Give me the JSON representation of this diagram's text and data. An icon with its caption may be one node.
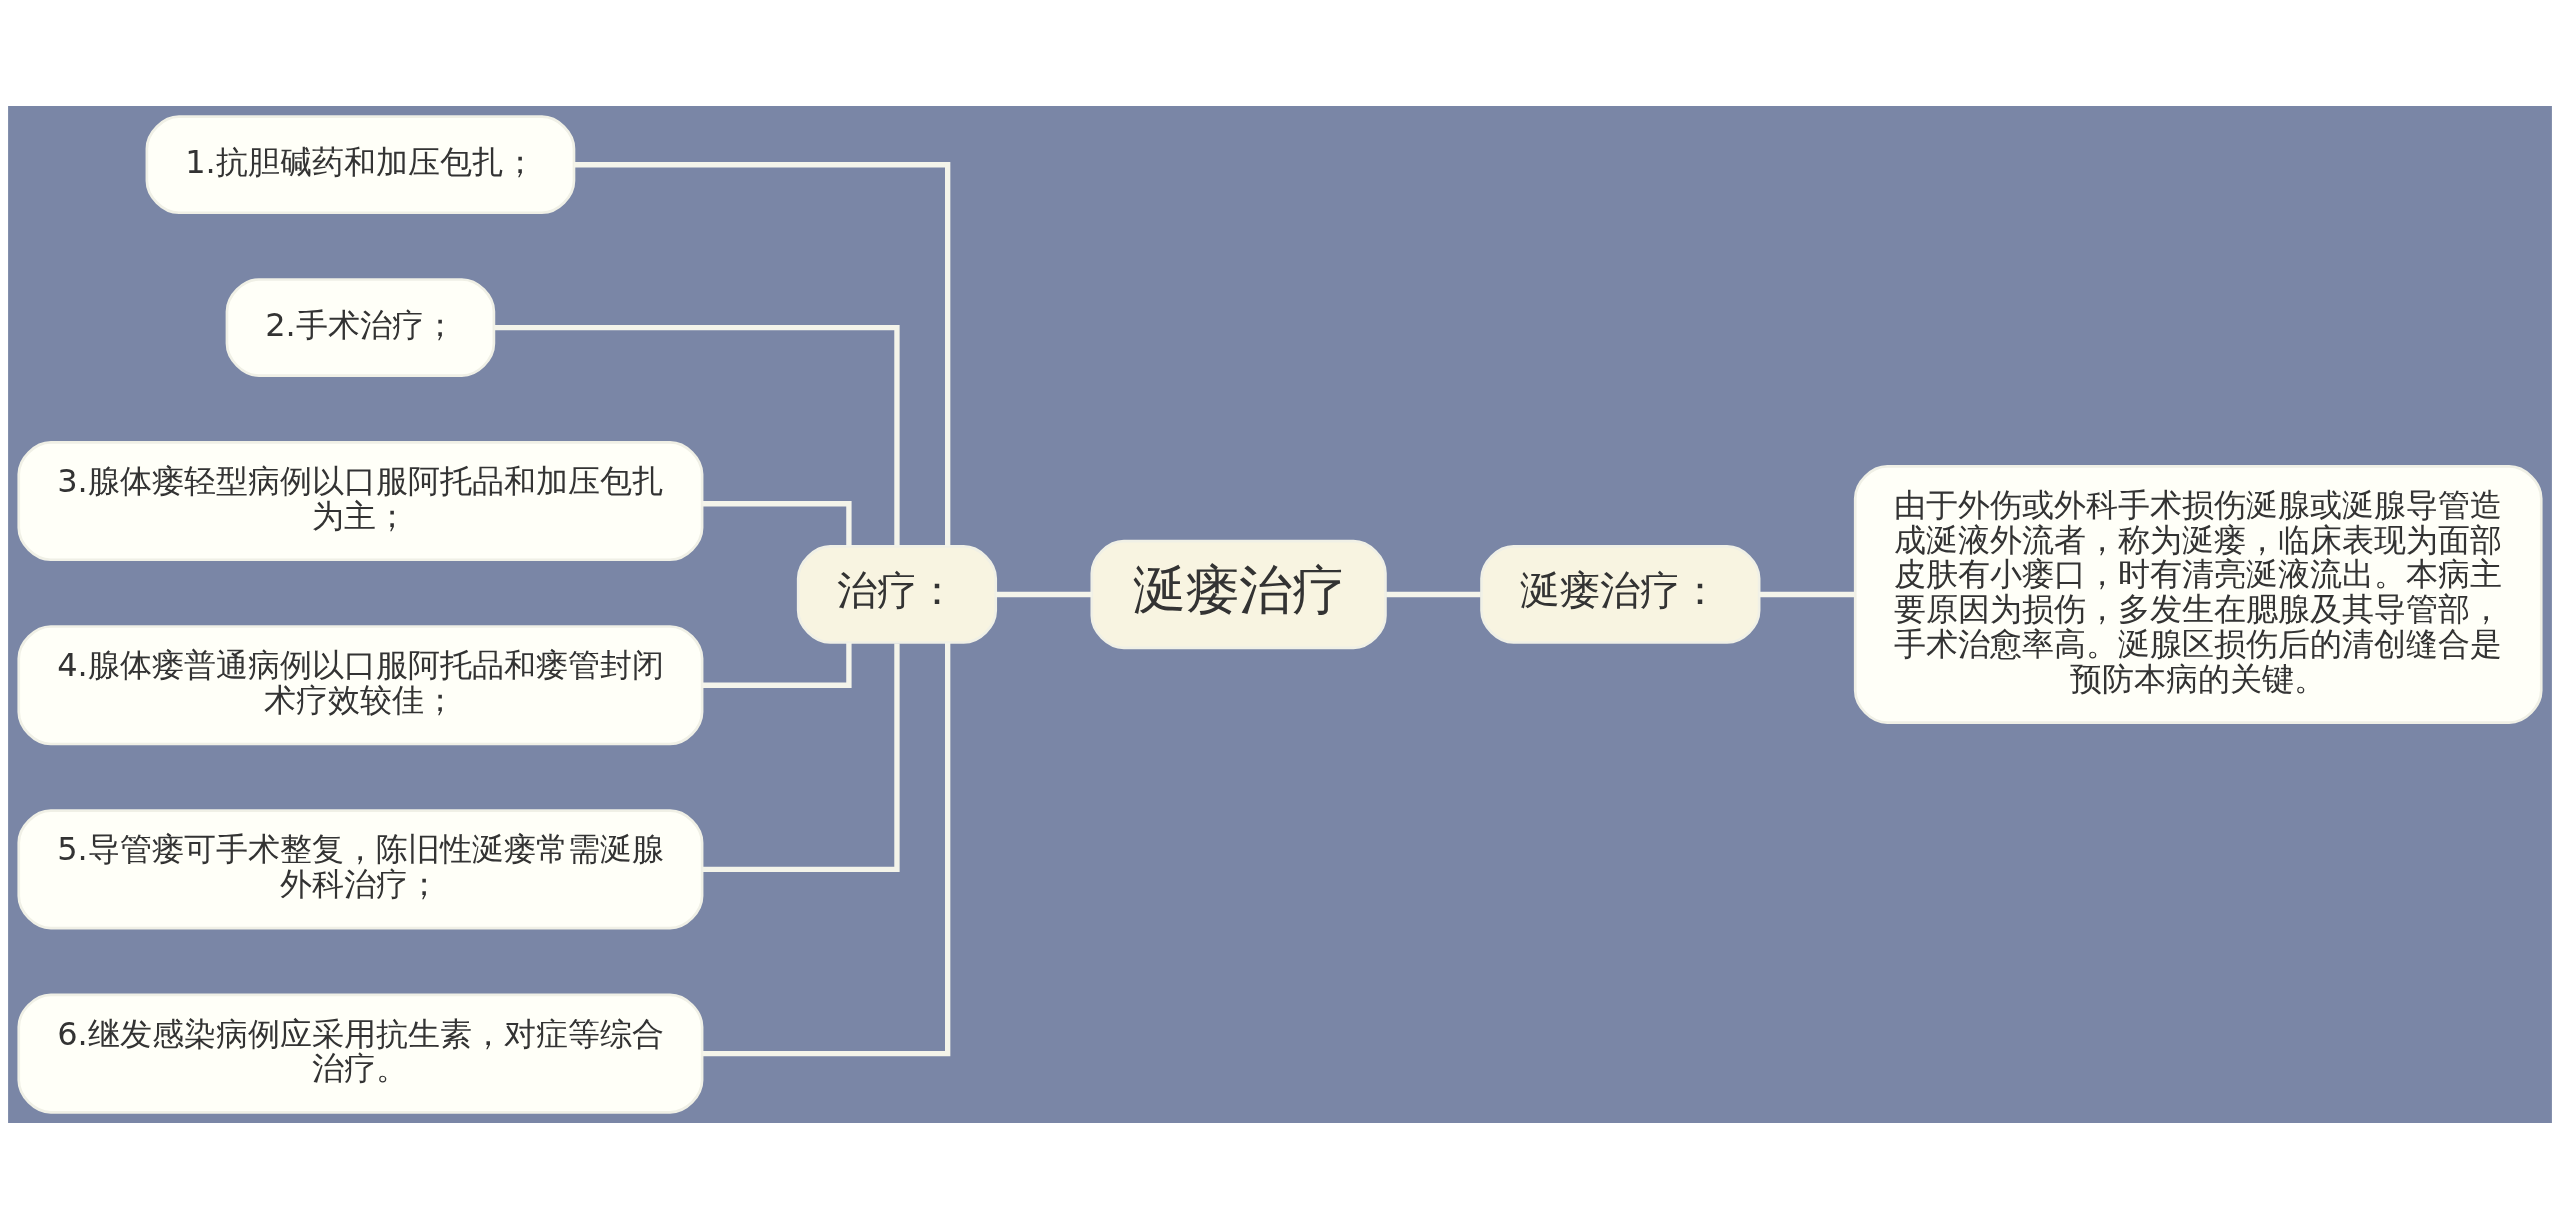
{
  "diagram": {
    "nodes": [
      {
        "text": [
          "涎瘘治疗"
        ]
      },
      {
        "text": [
          "治疗："
        ]
      },
      {
        "text": [
          "1.抗胆碱药和加压包扎；"
        ]
      },
      {
        "text": [
          "2.手术治疗；"
        ]
      },
      {
        "text": [
          "3.腺体瘘轻型病例以口服阿托品和加压包扎为主；"
        ]
      },
      {
        "text": [
          "4.腺体瘘普通病例以口服阿托品和瘘管封闭术疗效较佳；"
        ]
      },
      {
        "text": [
          "5.导管瘘可手术整复，陈旧性涎瘘常需涎腺外科治疗；"
        ]
      },
      {
        "text": [
          "6.继发感染病例应采用抗生素，对症等综合治疗。"
        ]
      },
      {
        "text": [
          "涎瘘治疗："
        ]
      },
      {
        "text": [
          "由于外伤或外科手术损伤涎腺或涎腺导管造成涎液外流者，称为涎瘘，临床表现为面部皮肤有小瘘口，时有清亮涎液流出。本病主要原因为损伤，多发生在腮腺及其导管部，手术治愈率高。涎腺区损伤后的清创缝合是预防本病的关键。"
        ]
      }
    ],
    "edges": [
      {
        "from": 2,
        "to": 1,
        "arrow": "none"
      },
      {
        "from": 3,
        "to": 1,
        "arrow": "none"
      },
      {
        "from": 4,
        "to": 1,
        "arrow": "none"
      },
      {
        "from": 5,
        "to": 1,
        "arrow": "none"
      },
      {
        "from": 6,
        "to": 1,
        "arrow": "none"
      },
      {
        "from": 7,
        "to": 1,
        "arrow": "none"
      },
      {
        "from": 1,
        "to": 0,
        "arrow": "none"
      },
      {
        "from": 0,
        "to": 8,
        "arrow": "none"
      },
      {
        "from": 8,
        "to": 9,
        "arrow": "none"
      }
    ]
  }
}
